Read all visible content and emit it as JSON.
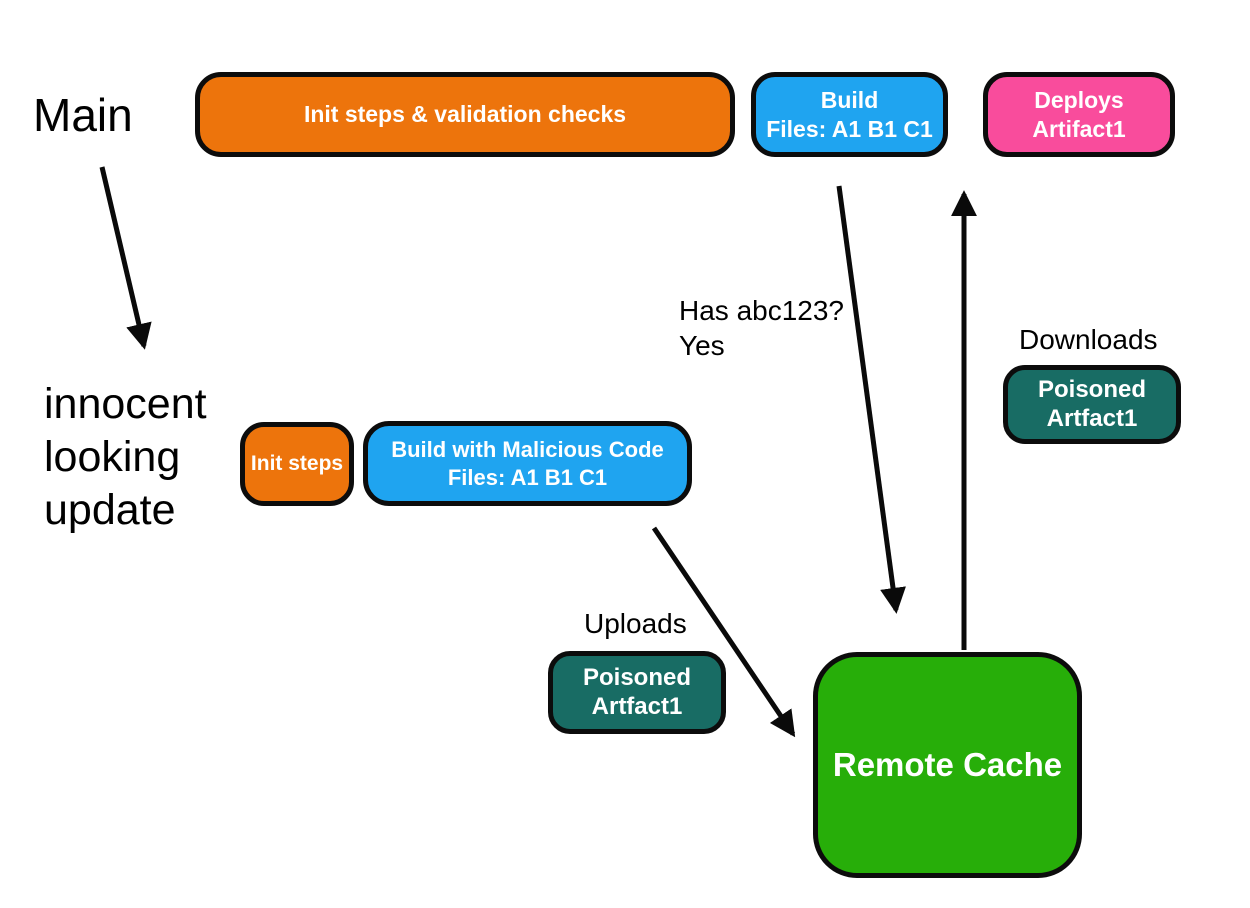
{
  "colors": {
    "orange": "#ED740C",
    "blue": "#1FA4F0",
    "pink": "#F94C9C",
    "teal": "#186C64",
    "green": "#27AE09",
    "outline": "#0C0C0C",
    "arrow": "#0A0A0A",
    "node_text": "#FFFFFF",
    "label_text": "#000000",
    "background": "#FFFFFF"
  },
  "labels": {
    "main": "Main",
    "innocent_update": "innocent\nlooking\nupdate",
    "has_abc123": "Has abc123?\nYes",
    "downloads": "Downloads",
    "uploads": "Uploads"
  },
  "nodes": {
    "init_validation": {
      "label": "Init steps & validation checks",
      "color": "#ED740C"
    },
    "build": {
      "label": "Build\nFiles: A1 B1 C1",
      "color": "#1FA4F0"
    },
    "deploys": {
      "label": "Deploys\nArtifact1",
      "color": "#F94C9C"
    },
    "init_steps": {
      "label": "Init steps",
      "color": "#ED740C"
    },
    "build_malicious": {
      "label": "Build with Malicious Code\nFiles: A1 B1 C1",
      "color": "#1FA4F0"
    },
    "poisoned_download": {
      "label": "Poisoned\nArtfact1",
      "color": "#186C64"
    },
    "poisoned_upload": {
      "label": "Poisoned\nArtfact1",
      "color": "#186C64"
    },
    "remote_cache": {
      "label": "Remote Cache",
      "color": "#27AE09"
    }
  }
}
